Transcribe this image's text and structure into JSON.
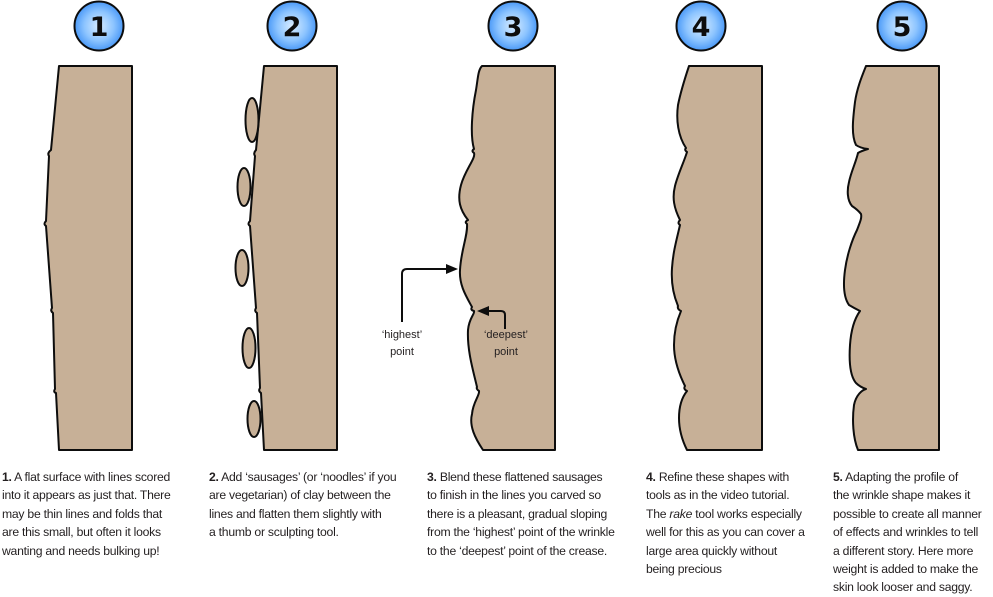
{
  "colors": {
    "clay_fill": "#c7b097",
    "outline": "#0d0d0d",
    "badge_light": "#d8ecff",
    "badge_mid": "#7ab8ff",
    "badge_dark": "#3a8ef5"
  },
  "steps": [
    {
      "number": "1",
      "caption_num": "1.",
      "caption": "A flat surface with lines scored\ninto it appears as just that.  There\nmay be thin lines and folds that\nare this small, but often it looks\nwanting and needs bulking up!"
    },
    {
      "number": "2",
      "caption_num": "2.",
      "caption": "Add ‘sausages’ (or ‘noodles’ if you\nare vegetarian) of clay between the\nlines and flatten them slightly with\na thumb or sculpting tool."
    },
    {
      "number": "3",
      "caption_num": "3.",
      "caption": "Blend these flattened sausages\n to finish in the lines you carved so\nthere is a pleasant, gradual sloping\nfrom the ‘highest’ point of the wrinkle\nto the  ‘deepest’ point of the crease."
    },
    {
      "number": "4",
      "caption_num": "4.",
      "caption_pre": "Refine these shapes with\ntools as in the video tutorial.\nThe ",
      "caption_italic": "rake",
      "caption_post": " tool works especially\nwell for this as you can cover a\nlarge area quickly without\nbeing precious"
    },
    {
      "number": "5",
      "caption_num": "5.",
      "caption": "Adapting the profile of\nthe wrinkle shape makes it\npossible to create all manner\nof effects and wrinkles to tell\na different story.  Here more\nweight is added to make the\nskin look looser and saggy."
    }
  ],
  "annotations": {
    "highest_line1": "‘highest’",
    "highest_line2": "point",
    "deepest_line1": "‘deepest’",
    "deepest_line2": "point"
  }
}
